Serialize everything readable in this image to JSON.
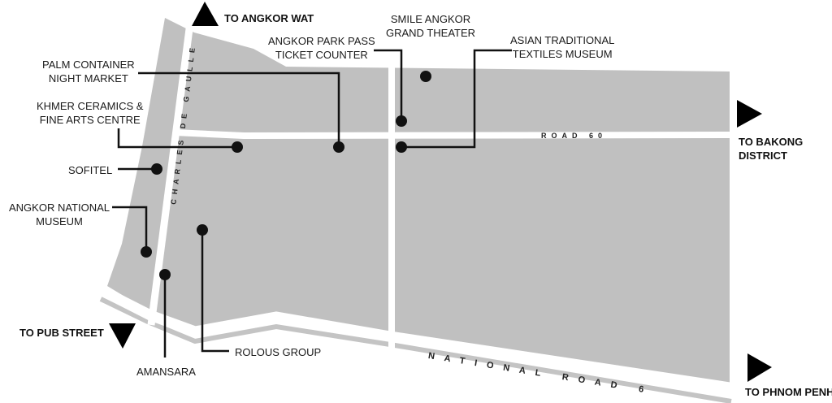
{
  "title": "Siem Reap area map",
  "colors": {
    "block": "#c0c0c0",
    "road": "#ffffff",
    "marker": "#111111"
  },
  "directions": [
    {
      "label": "TO ANGKOR WAT",
      "icon": "arrow-up-icon"
    },
    {
      "label": "TO BAKONG DISTRICT",
      "line1": "TO BAKONG",
      "line2": "DISTRICT",
      "icon": "arrow-right-icon"
    },
    {
      "label": "TO PUB STREET",
      "icon": "arrow-down-icon"
    },
    {
      "label": "TO PHNOM PENH",
      "icon": "arrow-right-icon"
    }
  ],
  "roads": {
    "charles_de_gaulle": "CHARLES DE GAULLE",
    "road_60": "ROAD 60",
    "national_road_6": "NATIONAL ROAD 6"
  },
  "places": [
    {
      "line1": "SMILE ANGKOR",
      "line2": "GRAND THEATER"
    },
    {
      "line1": "ANGKOR PARK PASS",
      "line2": "TICKET COUNTER"
    },
    {
      "line1": "ASIAN TRADITIONAL",
      "line2": "TEXTILES MUSEUM"
    },
    {
      "line1": "PALM CONTAINER",
      "line2": "NIGHT MARKET"
    },
    {
      "line1": "KHMER CERAMICS &",
      "line2": "FINE ARTS CENTRE"
    },
    {
      "line1": "SOFITEL"
    },
    {
      "line1": "ANGKOR NATIONAL",
      "line2": "MUSEUM"
    },
    {
      "line1": "AMANSARA"
    },
    {
      "line1": "ROLOUS GROUP"
    }
  ]
}
